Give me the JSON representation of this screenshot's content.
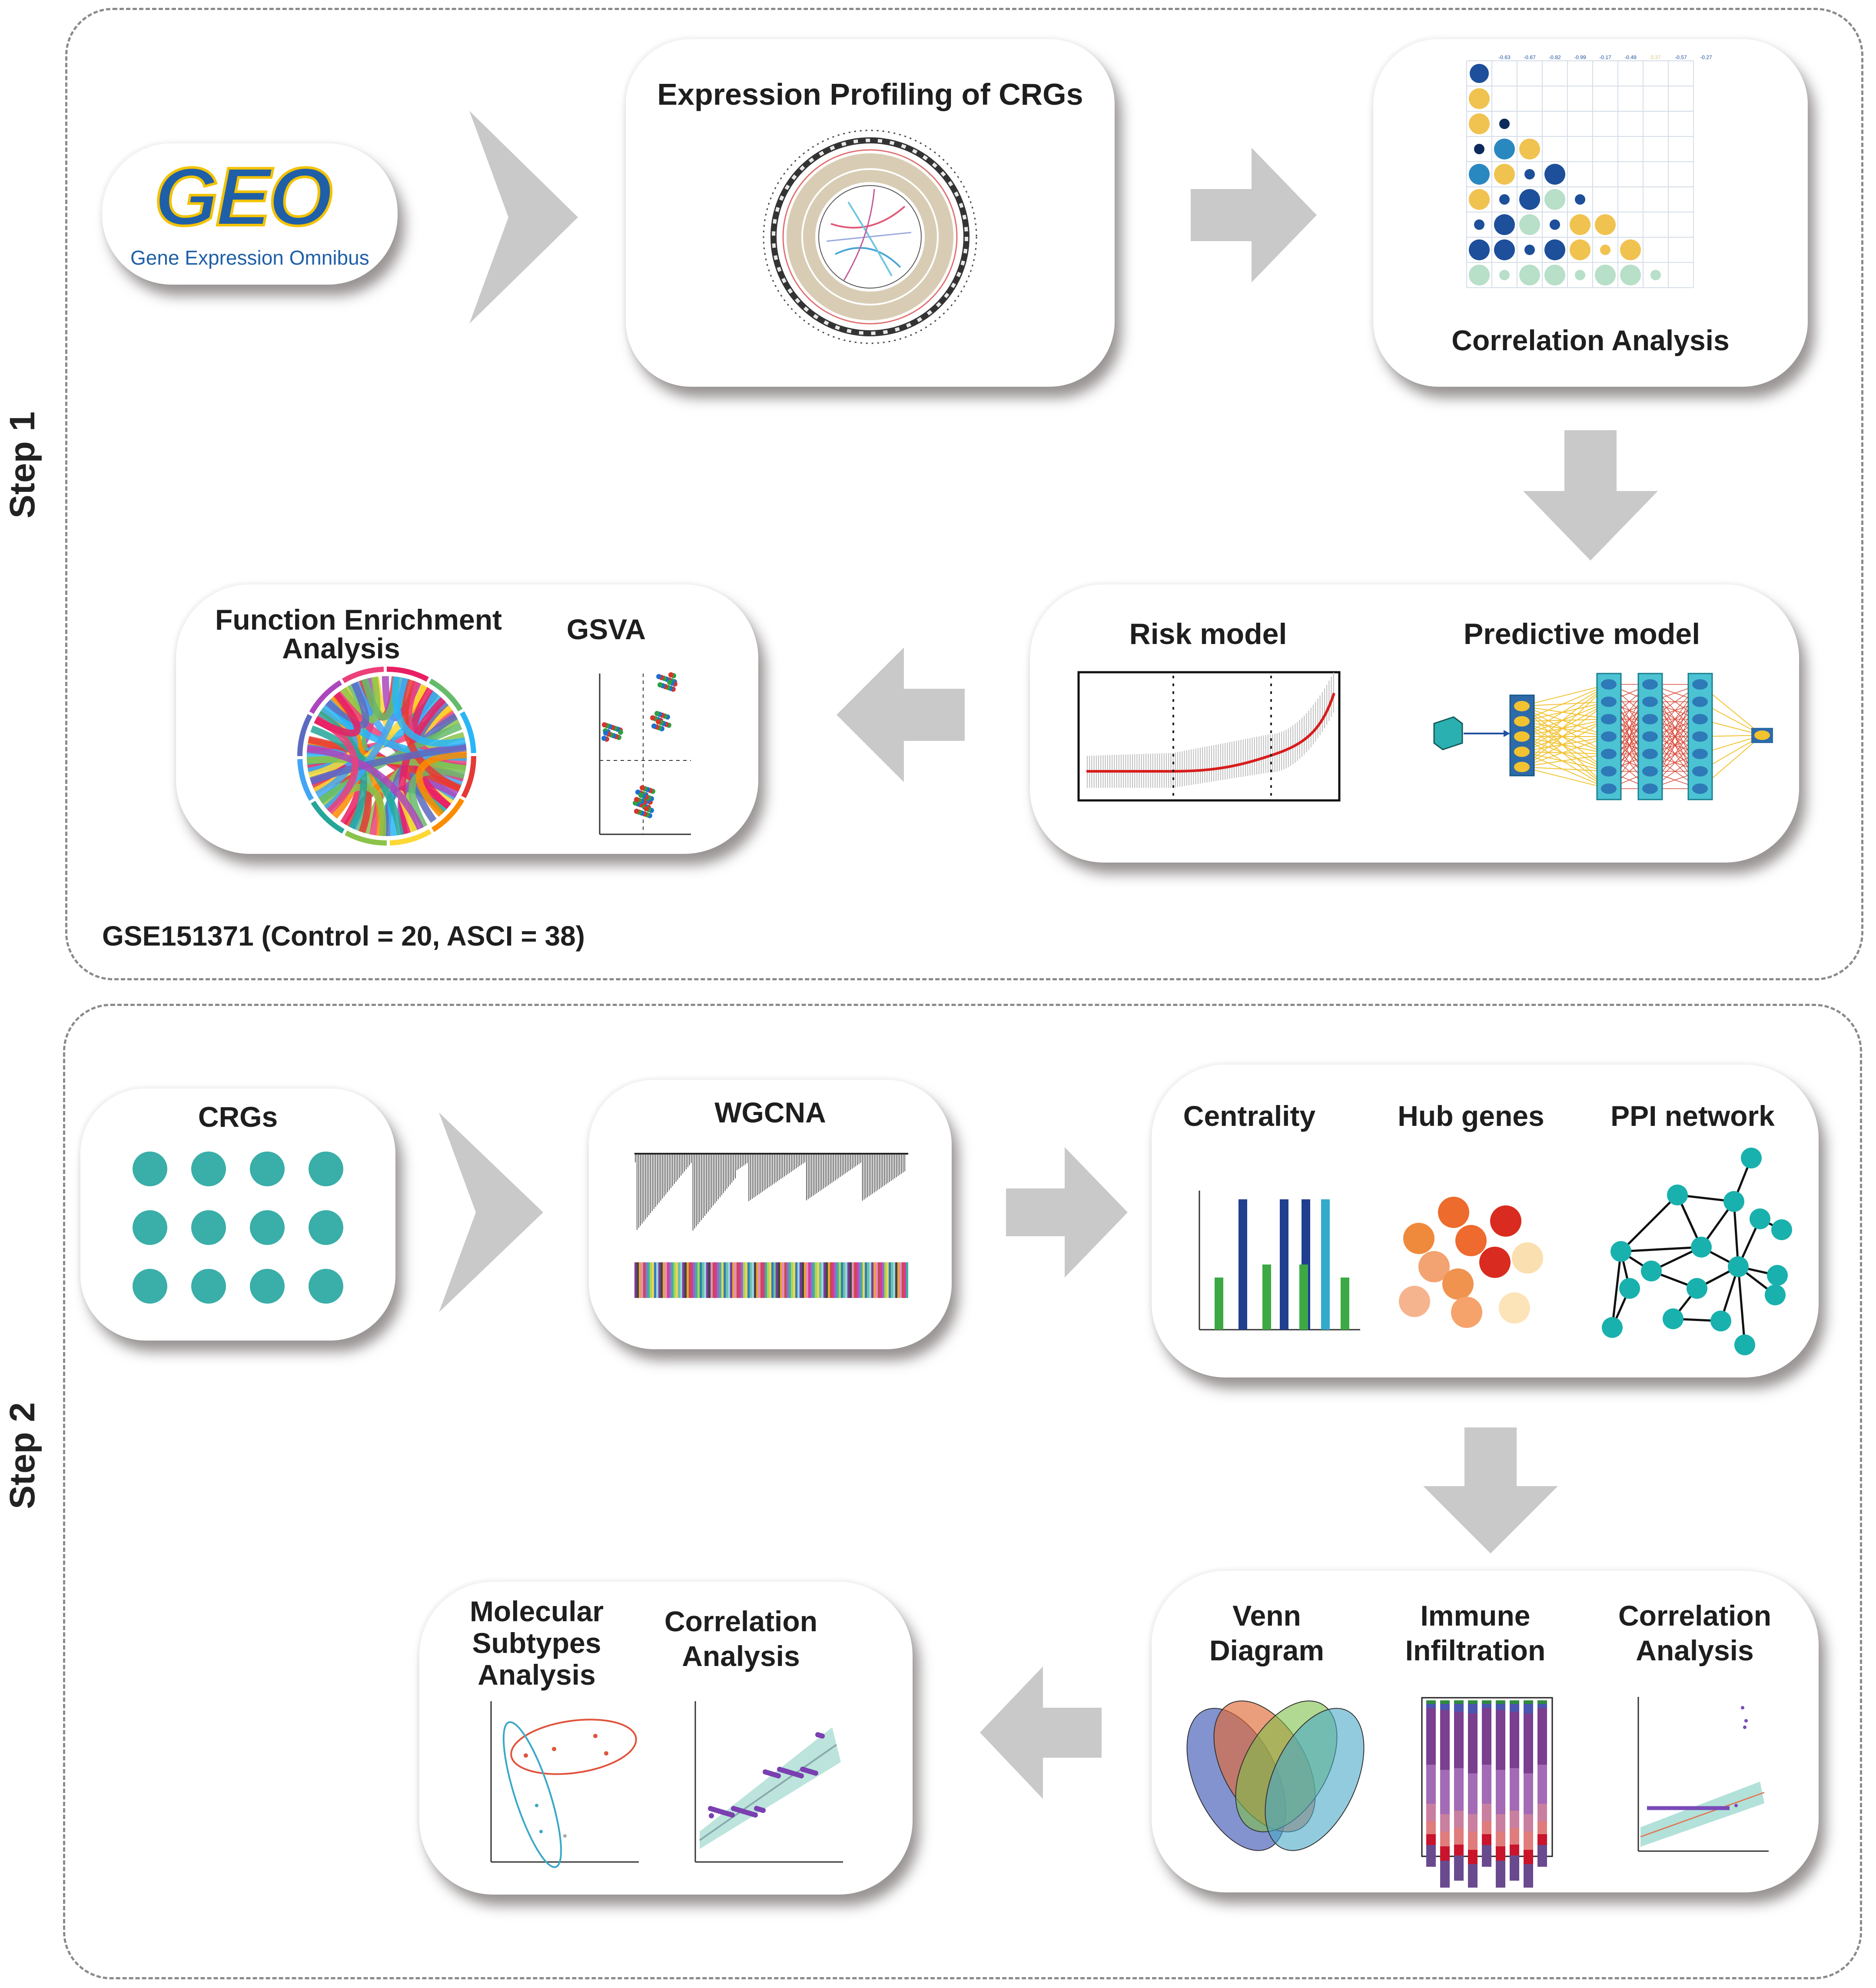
{
  "step1": {
    "label": "Step 1",
    "geo_logo": {
      "mark": "GEO",
      "name": "Gene Expression Omnibus"
    },
    "expression_title": "Expression Profiling of CRGs",
    "correlation_title": "Correlation Analysis",
    "risk_model_title": "Risk model",
    "predictive_model_title": "Predictive model",
    "function_enrichment_title_line1": "Function Enrichment",
    "function_enrichment_title_line2": "Analysis",
    "gsva_title": "GSVA",
    "dataset_note": "GSE151371 (Control = 20, ASCI = 38)"
  },
  "step2": {
    "label": "Step 2",
    "crgs_title": "CRGs",
    "wgcna_title": "WGCNA",
    "centrality_title": "Centrality",
    "hub_genes_title": "Hub genes",
    "ppi_title": "PPI network",
    "venn_line1": "Venn",
    "venn_line2": "Diagram",
    "immune_line1": "Immune",
    "immune_line2": "Infiltration",
    "corr_line1": "Correlation",
    "corr_line2": "Analysis",
    "molecular_line1": "Molecular",
    "molecular_line2": "Subtypes",
    "molecular_line3": "Analysis",
    "corr2_line1": "Correlation",
    "corr2_line2": "Analysis"
  },
  "colors": {
    "teal": "#3aaea8",
    "arrow_gray": "#c9c9c9",
    "geo_blue": "#1f5fa8",
    "geo_yellow": "#f2c200"
  },
  "correlation_matrix_top_row": [
    "-0.63",
    "-0.67",
    "-0.82",
    "-0.99",
    "-0.17",
    "-0.49",
    "0.37",
    "-0.57",
    "-0.27"
  ]
}
